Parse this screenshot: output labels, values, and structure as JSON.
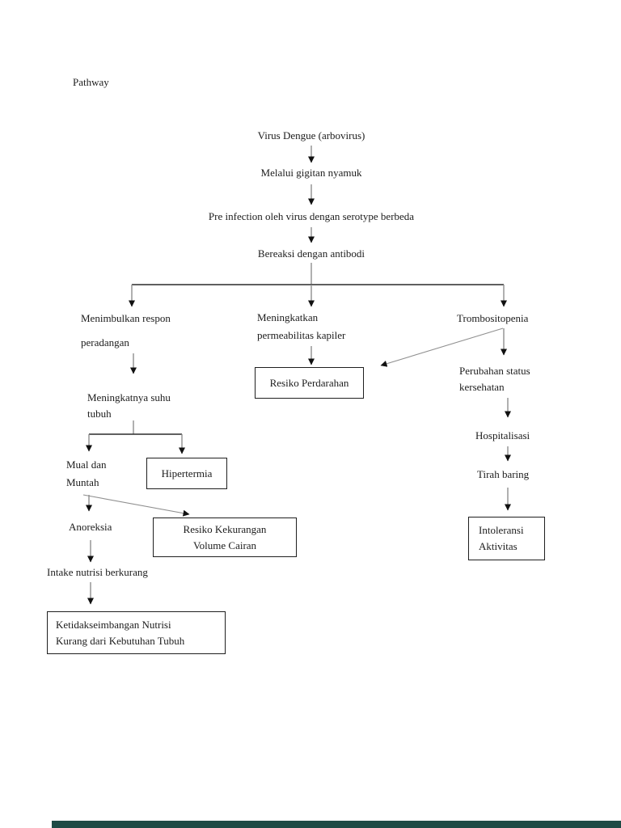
{
  "page": {
    "title": "Pathway",
    "background_color": "#ffffff",
    "text_color": "#1c1c1c",
    "connector_color": "#8f8f8f",
    "branch_line_color": "#2b2b2b",
    "arrowhead_color": "#111111",
    "box_border_color": "#1f1f1f",
    "footer_bar_color": "#1d4b45"
  },
  "diagram": {
    "nodes": {
      "virus_dengue": {
        "label": "Virus Dengue (arbovirus)"
      },
      "gigitan_nyamuk": {
        "label": "Melalui gigitan nyamuk"
      },
      "pre_infection": {
        "label": "Pre infection oleh virus dengan serotype berbeda"
      },
      "bereaksi_antibodi": {
        "label": "Bereaksi dengan antibodi"
      },
      "respon_peradangan": {
        "line1": "Menimbulkan respon",
        "line2": "peradangan"
      },
      "permeabilitas_kapiler": {
        "line1": "Meningkatkan",
        "line2": "permeabilitas kapiler"
      },
      "trombositopenia": {
        "label": "Trombositopenia"
      },
      "resiko_perdarahan": {
        "label": "Resiko Perdarahan"
      },
      "perubahan_status": {
        "line1": "Perubahan status",
        "line2": "kersehatan"
      },
      "hospitalisasi": {
        "label": "Hospitalisasi"
      },
      "tirah_baring": {
        "label": "Tirah baring"
      },
      "intoleransi_aktivitas": {
        "line1": "Intoleransi",
        "line2": "Aktivitas"
      },
      "suhu_tubuh": {
        "line1": "Meningkatnya suhu",
        "line2": "tubuh"
      },
      "mual_muntah": {
        "line1": "Mual dan",
        "line2": "Muntah"
      },
      "hipertermia": {
        "label": "Hipertermia"
      },
      "anoreksia": {
        "label": "Anoreksia"
      },
      "resiko_kekurangan_cairan": {
        "line1": "Resiko Kekurangan",
        "line2": "Volume Cairan"
      },
      "intake_nutrisi": {
        "label": "Intake nutrisi berkurang"
      },
      "ketidakseimbangan_nutrisi": {
        "line1": "Ketidakseimbangan Nutrisi",
        "line2": "Kurang dari Kebutuhan Tubuh"
      }
    }
  }
}
